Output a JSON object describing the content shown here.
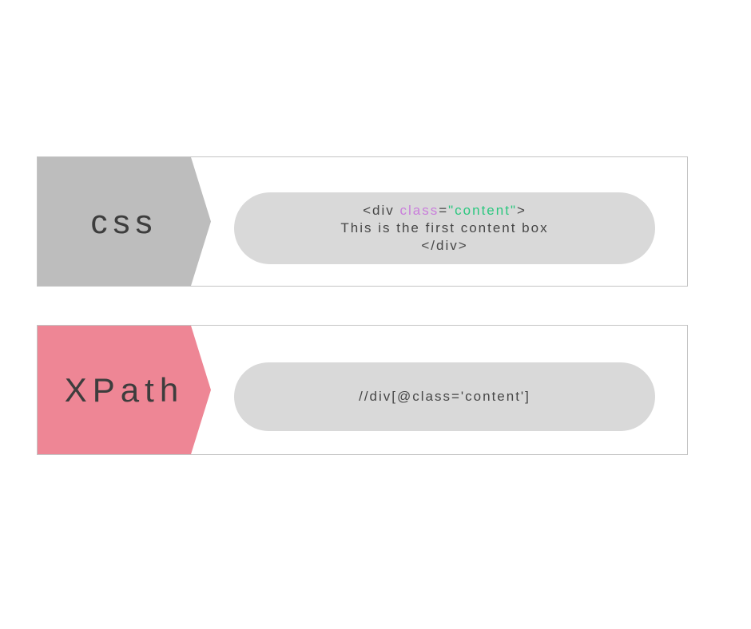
{
  "colors": {
    "css-arrow": "#bdbdbd",
    "xpath-arrow": "#ee8695",
    "pill-bg": "#d9d9d9",
    "card-border": "#c4c4c4",
    "text-dark": "#3d3d3d",
    "code-text": "#474747",
    "attr-purple": "#c97edb",
    "string-green": "#2bc77f"
  },
  "cards": [
    {
      "label": "css",
      "code_lines": {
        "line1": {
          "tag_open": "<div ",
          "attr_name": "class",
          "equals": "=",
          "attr_value": "\"content\"",
          "tag_close": ">"
        },
        "line2": "This is the first content box",
        "line3": "</div>"
      }
    },
    {
      "label": "XPath",
      "code": "//div[@class='content']"
    }
  ]
}
